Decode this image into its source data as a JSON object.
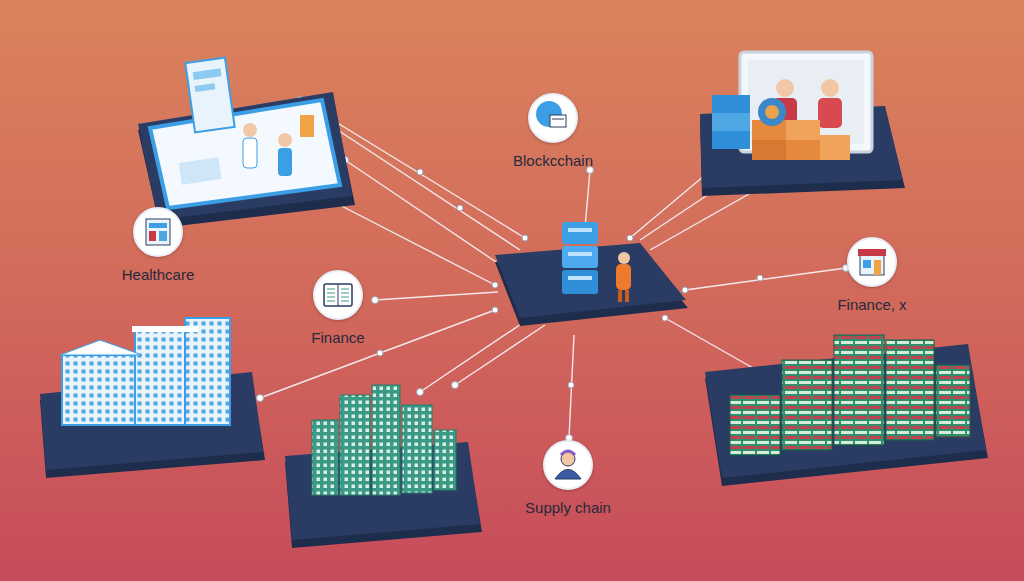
{
  "diagram": {
    "nodes": [
      {
        "text": [
          "Blockcchain"
        ]
      },
      {
        "text": [
          "Healthcare"
        ]
      },
      {
        "text": [
          "Finance"
        ]
      },
      {
        "text": [
          "Finance, x"
        ]
      },
      {
        "text": [
          "Supply chain"
        ]
      }
    ]
  }
}
